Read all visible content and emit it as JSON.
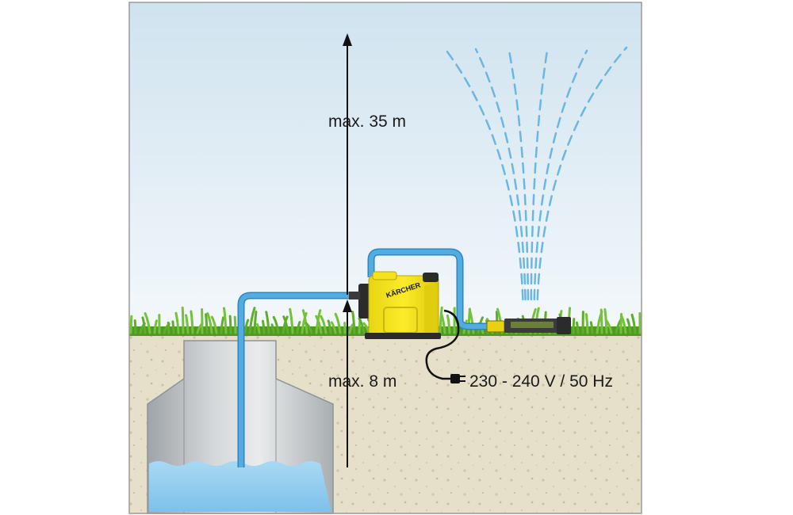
{
  "labels": {
    "suction_height": "max. 8 m",
    "delivery_height": "max. 35 m",
    "power_supply": "230 - 240 V / 50 Hz"
  },
  "pump": {
    "brand": "KÄRCHER"
  },
  "colors": {
    "sky_top": "#cfe3ef",
    "sky_bottom": "#f3f8fb",
    "soil": "#e6dfca",
    "soil_speckle": "#cfc4a6",
    "grass": "#5fae2a",
    "hose": "#4aa3dc",
    "water": "#8ccbef",
    "pump_body": "#f4e21b",
    "pump_dark": "#2b2b2b",
    "well": "#b9bdc0",
    "frame": "#9a9a9a"
  }
}
